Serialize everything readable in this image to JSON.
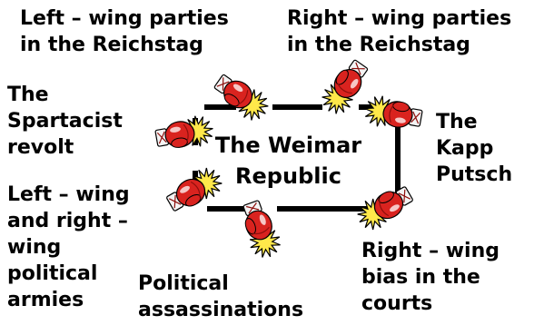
{
  "center": {
    "title": "The Weimar\nRepublic"
  },
  "threats": [
    {
      "id": "left-wing-parties",
      "label": "Left – wing parties\nin the Reichstag"
    },
    {
      "id": "right-wing-parties",
      "label": "Right – wing parties\nin the Reichstag"
    },
    {
      "id": "spartacist-revolt",
      "label": "The\nSpartacist\nrevolt"
    },
    {
      "id": "kapp-putsch",
      "label": "The\nKapp\nPutsch"
    },
    {
      "id": "political-armies",
      "label": "Left – wing\nand right –\nwing\npolitical\narmies"
    },
    {
      "id": "political-assassinations",
      "label": "Political\nassassinations"
    },
    {
      "id": "right-wing-courts",
      "label": "Right – wing\nbias in the\ncourts"
    }
  ],
  "colors": {
    "glove_red": "#d9231f",
    "glove_dark": "#8e0f0c",
    "impact_yellow": "#ffe84a",
    "frame": "#000000",
    "text": "#000000"
  },
  "icons": {
    "attacker": "boxing-glove-icon",
    "impact": "impact-burst-icon"
  }
}
